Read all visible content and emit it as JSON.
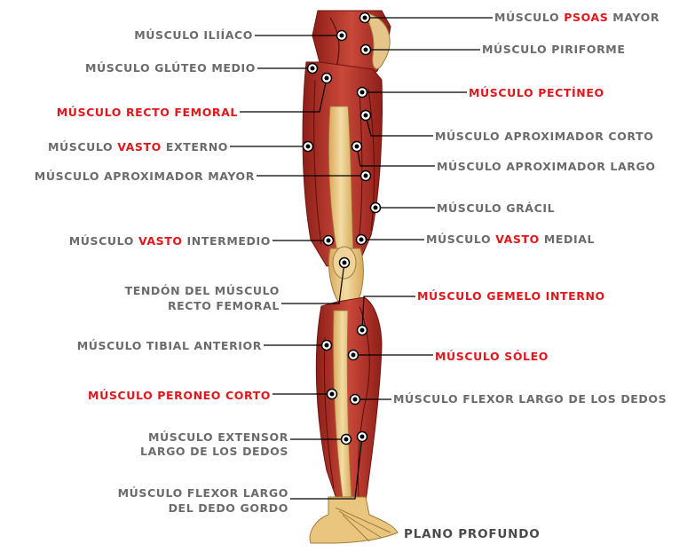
{
  "caption": "PLANO PROFUNDO",
  "colors": {
    "highlight": "#e3161c",
    "label": "#6b6b6b",
    "muscle": "#b8322a",
    "tendon": "#e9c57e"
  },
  "labels_left": [
    {
      "parts": [
        {
          "t": "MÚSCULO ILIÍACO"
        }
      ]
    },
    {
      "parts": [
        {
          "t": "MÚSCULO GLÚTEO MEDIO"
        }
      ]
    },
    {
      "parts": [
        {
          "t": "MÚSCULO RECTO FEMORAL",
          "red": true
        }
      ]
    },
    {
      "parts": [
        {
          "t": "MÚSCULO "
        },
        {
          "t": "VASTO",
          "red": true
        },
        {
          "t": " EXTERNO"
        }
      ]
    },
    {
      "parts": [
        {
          "t": "MÚSCULO APROXIMADOR MAYOR"
        }
      ]
    },
    {
      "parts": [
        {
          "t": "MÚSCULO "
        },
        {
          "t": "VASTO",
          "red": true
        },
        {
          "t": " INTERMEDIO"
        }
      ]
    },
    {
      "parts": [
        {
          "t": "TENDÓN DEL MÚSCULO"
        }
      ]
    },
    {
      "parts": [
        {
          "t": "RECTO FEMORAL"
        }
      ]
    },
    {
      "parts": [
        {
          "t": "MÚSCULO TIBIAL ANTERIOR"
        }
      ]
    },
    {
      "parts": [
        {
          "t": "MÚSCULO PERONEO CORTO",
          "red": true
        }
      ]
    },
    {
      "parts": [
        {
          "t": "MÚSCULO EXTENSOR"
        }
      ]
    },
    {
      "parts": [
        {
          "t": "LARGO DE LOS DEDOS"
        }
      ]
    },
    {
      "parts": [
        {
          "t": "MÚSCULO FLEXOR LARGO"
        }
      ]
    },
    {
      "parts": [
        {
          "t": "DEL DEDO GORDO"
        }
      ]
    }
  ],
  "labels_right": [
    {
      "parts": [
        {
          "t": "MÚSCULO "
        },
        {
          "t": "PSOAS",
          "red": true
        },
        {
          "t": " MAYOR"
        }
      ]
    },
    {
      "parts": [
        {
          "t": "MÚSCULO PIRIFORME"
        }
      ]
    },
    {
      "parts": [
        {
          "t": "MÚSCULO PECTÍNEO",
          "red": true
        }
      ]
    },
    {
      "parts": [
        {
          "t": "MÚSCULO APROXIMADOR CORTO"
        }
      ]
    },
    {
      "parts": [
        {
          "t": "MÚSCULO APROXIMADOR LARGO"
        }
      ]
    },
    {
      "parts": [
        {
          "t": "MÚSCULO GRÁCIL"
        }
      ]
    },
    {
      "parts": [
        {
          "t": "MÚSCULO "
        },
        {
          "t": "VASTO",
          "red": true
        },
        {
          "t": " MEDIAL"
        }
      ]
    },
    {
      "parts": [
        {
          "t": "MÚSCULO GEMELO INTERNO",
          "red": true
        }
      ]
    },
    {
      "parts": [
        {
          "t": "MÚSCULO SÓLEO",
          "red": true
        }
      ]
    },
    {
      "parts": [
        {
          "t": "MÚSCULO FLEXOR LARGO DE LOS DEDOS"
        }
      ]
    }
  ]
}
